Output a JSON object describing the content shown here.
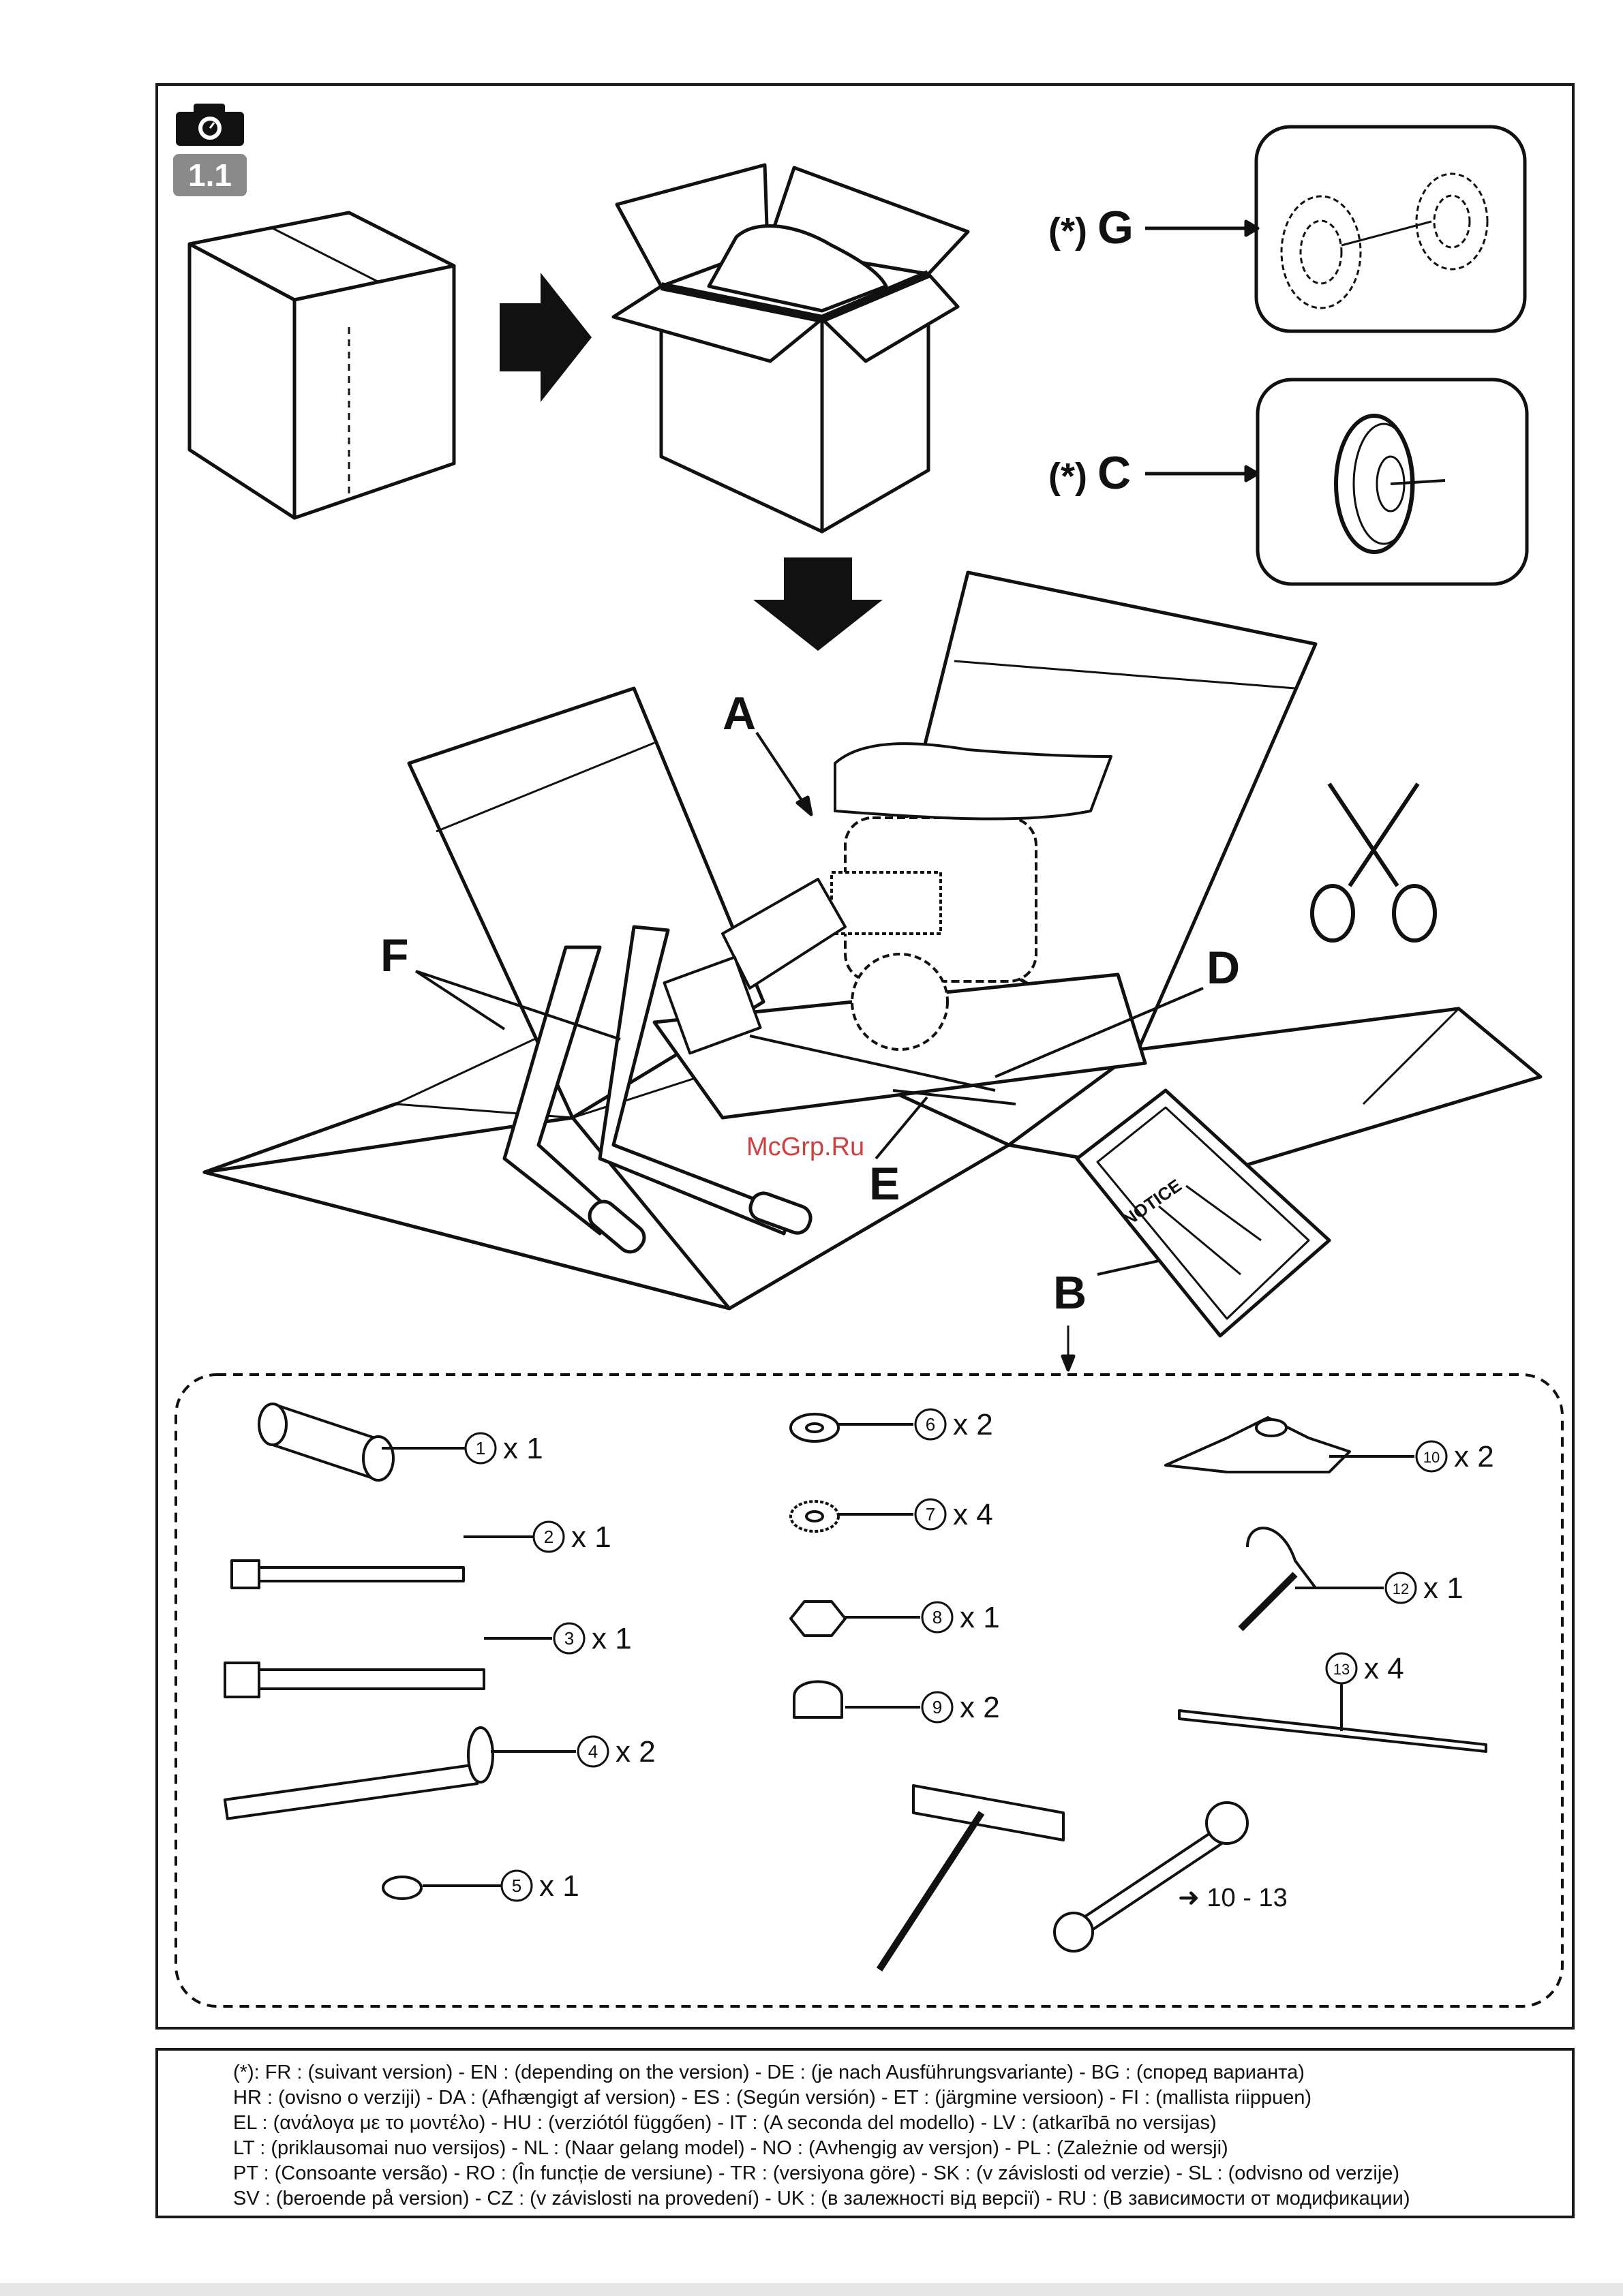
{
  "header": {
    "step_number": "1.1",
    "camera_icon": "camera-icon"
  },
  "labels": {
    "A": "A",
    "B": "B",
    "C": "C",
    "D": "D",
    "E": "E",
    "F": "F",
    "G": "G",
    "optional_mark": "(*)"
  },
  "watermark": "McGrp.Ru",
  "parts": [
    {
      "num": "1",
      "qty": "x 1"
    },
    {
      "num": "2",
      "qty": "x 1"
    },
    {
      "num": "3",
      "qty": "x 1"
    },
    {
      "num": "4",
      "qty": "x 2"
    },
    {
      "num": "5",
      "qty": "x 1"
    },
    {
      "num": "6",
      "qty": "x 2"
    },
    {
      "num": "7",
      "qty": "x 4"
    },
    {
      "num": "8",
      "qty": "x 1"
    },
    {
      "num": "9",
      "qty": "x 2"
    },
    {
      "num": "10",
      "qty": "x 2"
    },
    {
      "num": "12",
      "qty": "x 1"
    },
    {
      "num": "13",
      "qty": "x 4"
    }
  ],
  "wrench_ref": "➜ 10 - 13",
  "notice_text": "NOTICE",
  "footnote": [
    "(*): FR : (suivant version) - EN : (depending on the version) - DE : (je nach Ausführungsvariante) - BG : (според варианта)",
    "HR : (ovisno o verziji) - DA : (Afhængigt af version) - ES : (Según versión) - ET : (järgmine versioon) - FI : (mallista riippuen)",
    "EL : (ανάλογα με το μοντέλο) - HU : (verziótól függően) - IT : (A seconda del modello) - LV : (atkarībā no versijas)",
    "LT : (priklausomai nuo versijos) - NL : (Naar gelang model) - NO : (Avhengig av versjon) - PL : (Zależnie od wersji)",
    "PT : (Consoante versão) - RO : (În funcție de versiune) - TR : (versiyona göre) - SK : (v závislosti od verzie) - SL : (odvisno od verzije)",
    "SV : (beroende på version) - CZ : (v závislosti na provedení) - UK : (в залежності від версії) - RU : (В зависимости от модификации)"
  ]
}
